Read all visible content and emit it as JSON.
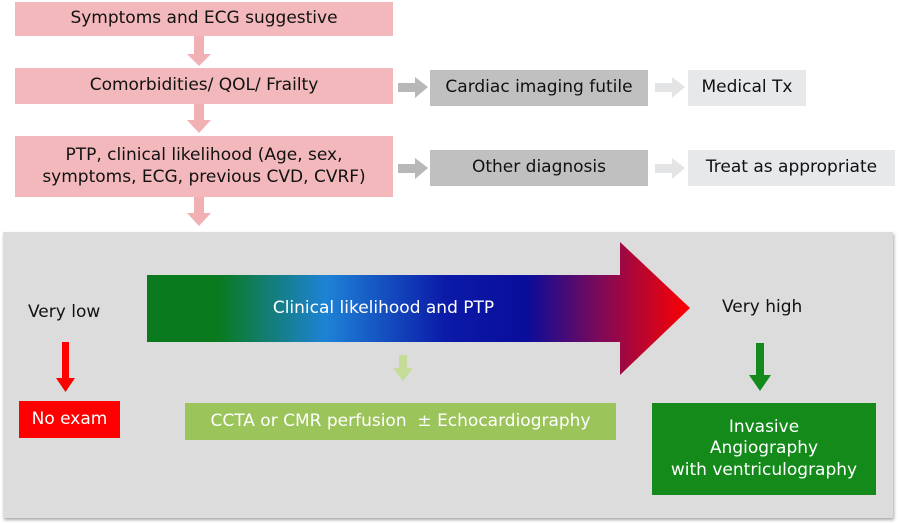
{
  "flow": {
    "step1": "Symptoms and ECG suggestive",
    "step2": "Comorbidities/ QOL/ Frailty",
    "step3_line1": "PTP, clinical likelihood (Age, sex,",
    "step3_line2": "symptoms, ECG, previous CVD, CVRF)",
    "branch1": {
      "decision": "Cardiac imaging futile",
      "outcome": "Medical Tx"
    },
    "branch2": {
      "decision": "Other diagnosis",
      "outcome": "Treat as appropriate"
    }
  },
  "spectrum": {
    "arrow_label": "Clinical likelihood and PTP",
    "low_label": "Very low",
    "high_label": "Very high",
    "low_outcome": "No exam",
    "mid_outcome": "CCTA or CMR perfusion  ± Echocardiography",
    "high_outcome_line1": "Invasive",
    "high_outcome_line2": "Angiography",
    "high_outcome_line3": "with ventriculography"
  },
  "colors": {
    "pink_box": "#f2b8bb",
    "pink_arrow": "#f0b0b4",
    "dark_gray_box": "#c0c0c0",
    "light_gray_box": "#e6e8e9",
    "panel": "#dcdcdc",
    "no_exam": "#ff0000",
    "ccta": "#9bc45a",
    "invasive": "#138a1a",
    "gradient": [
      "#0a7a1e",
      "#1e7fd0",
      "#0a0d9a",
      "#ff0000"
    ]
  }
}
